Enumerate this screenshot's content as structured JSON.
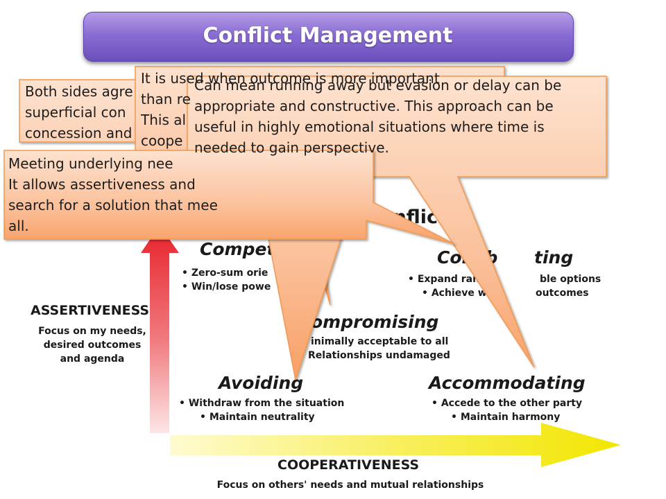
{
  "slide": {
    "title": "Conflict Management"
  },
  "diagram": {
    "heading_fragment_left": "onflict M",
    "competing": {
      "label": "Compet",
      "bullets": [
        "• Zero-sum orie",
        "• Win/lose powe"
      ]
    },
    "collaborating": {
      "label": "Collab",
      "label_end": "ting",
      "bullets": [
        "• Expand range",
        "ble options",
        "• Achieve win",
        "outcomes"
      ]
    },
    "compromising": {
      "label": "ompromising",
      "bullets": [
        "inimally acceptable to all",
        "Relationships undamaged"
      ]
    },
    "avoiding": {
      "label": "Avoiding",
      "bullets": [
        "• Withdraw from the situation",
        "• Maintain neutrality"
      ]
    },
    "accommodating": {
      "label": "Accommodating",
      "bullets": [
        "• Accede to the other party",
        "• Maintain harmony"
      ]
    },
    "assertiveness": {
      "label": "ASSERTIVENESS",
      "sub": [
        "Focus on my needs,",
        "desired outcomes",
        "and agenda"
      ]
    },
    "cooperativeness": {
      "label": "COOPERATIVENESS",
      "sub": "Focus on others' needs and mutual relationships"
    }
  },
  "callouts": {
    "compromise": "Both sides agre\nsuperficial con\nconcession and",
    "competing": "It is used when outcome is more important\nthan re\nThis al\ncoope",
    "avoiding": "Can mean running away but evasion or delay can be\nappropriate and constructive. This approach can be\nuseful in highly emotional situations where time is\nneeded to gain perspective.",
    "collaborating": "Meeting underlying nee\nIt allows assertiveness and\nsearch for a solution that mee\nall."
  },
  "colors": {
    "callout_fill_top": "#fde2cf",
    "callout_fill_bottom": "#f8a065",
    "callout_stroke": "#f2984f",
    "title_fill": "#7d5fcc",
    "assertiveness_arrow": "#e8202a",
    "cooperativeness_arrow": "#f2e600"
  }
}
